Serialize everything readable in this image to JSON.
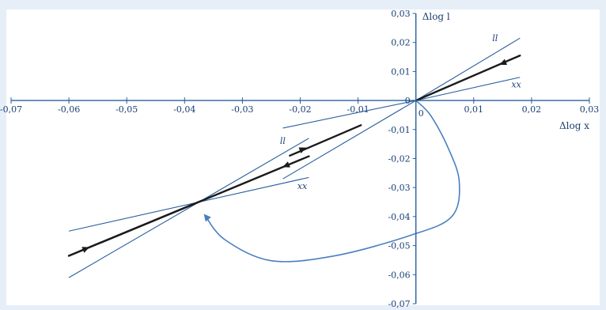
{
  "chart_data": {
    "type": "line",
    "title": "",
    "xlabel": "Δlog x",
    "ylabel": "Δlog l",
    "xlim": [
      -0.07,
      0.03
    ],
    "ylim": [
      -0.07,
      0.03
    ],
    "grid": false,
    "origin_label": "0",
    "x_ticks": [
      {
        "v": -0.07,
        "label": "-0,07"
      },
      {
        "v": -0.06,
        "label": "-0,06"
      },
      {
        "v": -0.05,
        "label": "-0,05"
      },
      {
        "v": -0.04,
        "label": "-0,04"
      },
      {
        "v": -0.03,
        "label": "-0,03"
      },
      {
        "v": -0.02,
        "label": "-0,02"
      },
      {
        "v": -0.01,
        "label": "-0,01"
      },
      {
        "v": 0.01,
        "label": "0,01"
      },
      {
        "v": 0.02,
        "label": "0,02"
      },
      {
        "v": 0.03,
        "label": "0,03"
      }
    ],
    "y_ticks": [
      {
        "v": 0.03,
        "label": "0,03"
      },
      {
        "v": 0.02,
        "label": "0,02"
      },
      {
        "v": 0.01,
        "label": "0,01"
      },
      {
        "v": 0,
        "label": "0"
      },
      {
        "v": -0.01,
        "label": "-0,01"
      },
      {
        "v": -0.02,
        "label": "-0,02"
      },
      {
        "v": -0.03,
        "label": "-0,03"
      },
      {
        "v": -0.04,
        "label": "-0,04"
      },
      {
        "v": -0.05,
        "label": "-0,05"
      },
      {
        "v": -0.06,
        "label": "-0,06"
      },
      {
        "v": -0.07,
        "label": "-0,07"
      }
    ],
    "lines": [
      {
        "id": "ll-origin",
        "x1": 0,
        "y1": 0,
        "x2": 0.018,
        "y2": 0.0215,
        "color": "#2a5f9e"
      },
      {
        "id": "xx-origin",
        "x1": 0,
        "y1": 0,
        "x2": 0.018,
        "y2": 0.008,
        "color": "#2a5f9e"
      },
      {
        "id": "ll-shifted",
        "x1": -0.06,
        "y1": -0.061,
        "x2": -0.0185,
        "y2": -0.013,
        "color": "#2a5f9e"
      },
      {
        "id": "xx-shifted",
        "x1": -0.06,
        "y1": -0.045,
        "x2": -0.0185,
        "y2": -0.0265,
        "color": "#2a5f9e"
      },
      {
        "id": "upper-thin",
        "x1": -0.023,
        "y1": -0.0095,
        "x2": 0,
        "y2": 0,
        "color": "#2a5f9e"
      },
      {
        "id": "lower-thin",
        "x1": -0.023,
        "y1": -0.027,
        "x2": 0,
        "y2": 0,
        "color": "#2a5f9e"
      }
    ],
    "thick_series": [
      {
        "id": "path-right",
        "points": [
          [
            0,
            0
          ],
          [
            0.018,
            0.0155
          ]
        ],
        "arrow_at": [
          0.015,
          0.0128
        ],
        "arrow_dir": -1
      },
      {
        "id": "path-upper",
        "points": [
          [
            -0.0218,
            -0.019
          ],
          [
            -0.0185,
            -0.0162
          ],
          [
            -0.0095,
            -0.0085
          ]
        ],
        "arrow_at": [
          -0.0195,
          -0.0167
        ],
        "arrow_dir": 1
      },
      {
        "id": "path-lower",
        "points": [
          [
            -0.06,
            -0.0535
          ],
          [
            -0.037,
            -0.0345
          ],
          [
            -0.0185,
            -0.0192
          ]
        ],
        "arrow_at": [
          -0.0225,
          -0.0225
        ],
        "arrow_dir": -1
      },
      {
        "id": "path-lower-start",
        "points": [
          [
            -0.06,
            -0.0535
          ],
          [
            -0.037,
            -0.0345
          ]
        ],
        "arrow_at": [
          -0.057,
          -0.051
        ],
        "arrow_dir": 1
      }
    ],
    "adjustment_curve": {
      "color": "#4a7fc0",
      "points": [
        [
          0,
          0
        ],
        [
          0.0025,
          -0.005
        ],
        [
          0.0055,
          -0.016
        ],
        [
          0.0075,
          -0.028
        ],
        [
          0.0062,
          -0.04
        ],
        [
          -0.001,
          -0.0465
        ],
        [
          -0.014,
          -0.0535
        ],
        [
          -0.025,
          -0.0552
        ],
        [
          -0.033,
          -0.048
        ],
        [
          -0.0365,
          -0.0395
        ]
      ]
    },
    "annotations": [
      {
        "text": "ll",
        "x": 0.0132,
        "y": 0.0205
      },
      {
        "text": "xx",
        "x": 0.0165,
        "y": 0.0045
      },
      {
        "text": "ll",
        "x": -0.0235,
        "y": -0.015
      },
      {
        "text": "xx",
        "x": -0.0205,
        "y": -0.0305
      }
    ]
  }
}
